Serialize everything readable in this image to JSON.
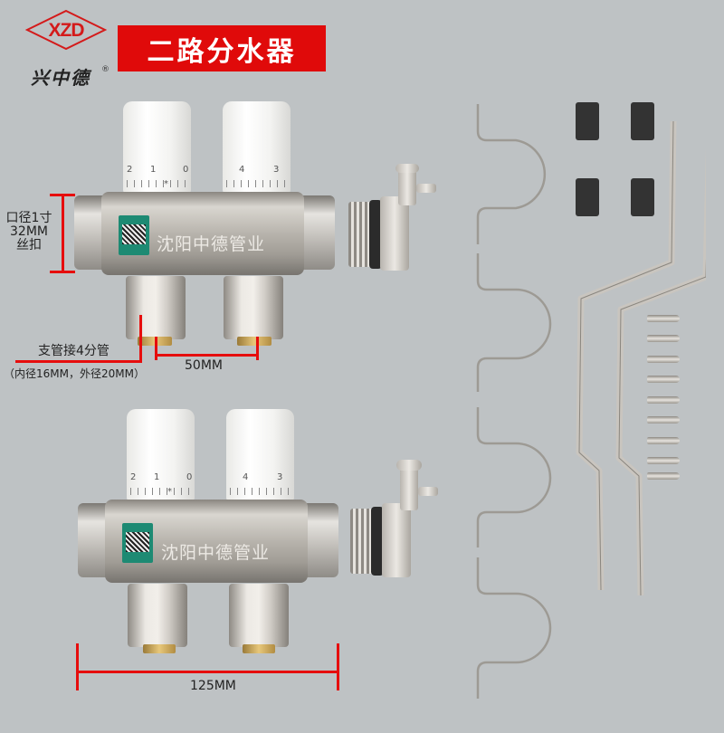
{
  "logo": {
    "mark": "XZD",
    "name_cn": "兴中德",
    "registered": "®"
  },
  "title": "二路分水器",
  "annotations": {
    "port_size": [
      "口径1寸",
      "32MM",
      "丝扣"
    ],
    "branch_pipe": "支管接4分管",
    "branch_pipe_detail": "（内径16MM，外径20MM）",
    "spacing": "50MM",
    "length": "125MM"
  },
  "manifolds": [
    {
      "brand_text": "沈阳中德管业",
      "knob_left_scale": [
        "2",
        "1",
        "*",
        "0"
      ],
      "knob_right_scale": [
        "4",
        "3"
      ]
    },
    {
      "brand_text": "沈阳中德管业",
      "knob_left_scale": [
        "2",
        "1",
        "*",
        "0"
      ],
      "knob_right_scale": [
        "4",
        "3"
      ]
    }
  ],
  "accessories": {
    "items": [
      "air-vent-valve",
      "air-vent-valve",
      "pipe-clip",
      "pipe-clip",
      "pipe-clip",
      "pipe-clip",
      "rubber-pad",
      "rubber-pad",
      "rubber-pad",
      "rubber-pad",
      "mounting-bracket",
      "mounting-bracket",
      "screws"
    ],
    "screw_count": 9
  },
  "colors": {
    "background": "#bec2c4",
    "accent_red": "#e00a0a",
    "title_text": "#ffffff"
  }
}
